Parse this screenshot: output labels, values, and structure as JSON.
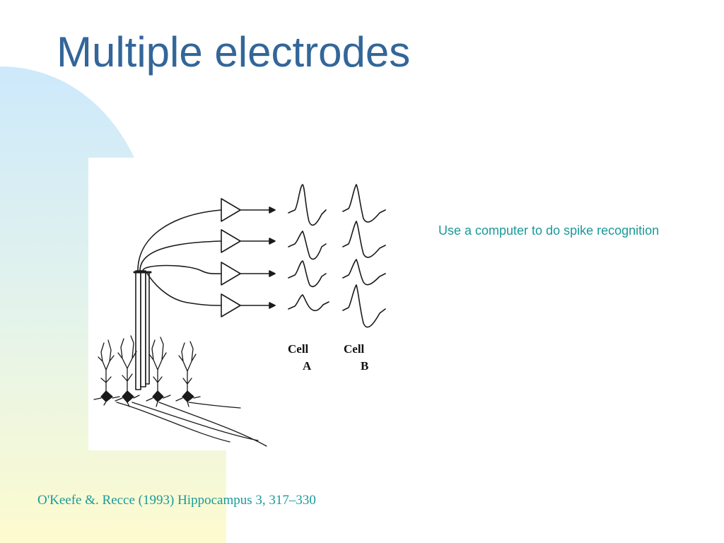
{
  "slide": {
    "title": "Multiple electrodes",
    "body_text": "Use a computer to do spike recognition",
    "citation": "O'Keefe &. Recce (1993) Hippocampus 3, 317–330"
  },
  "figure": {
    "cell_a_line1": "Cell",
    "cell_a_line2": "A",
    "cell_b_line1": "Cell",
    "cell_b_line2": "B",
    "channel_count": 4
  },
  "colors": {
    "title": "#336699",
    "text_teal": "#1a9a9a",
    "gradient_top": "#cce9fb",
    "gradient_bottom": "#fdfbd0",
    "ink": "#1a1a1a"
  }
}
